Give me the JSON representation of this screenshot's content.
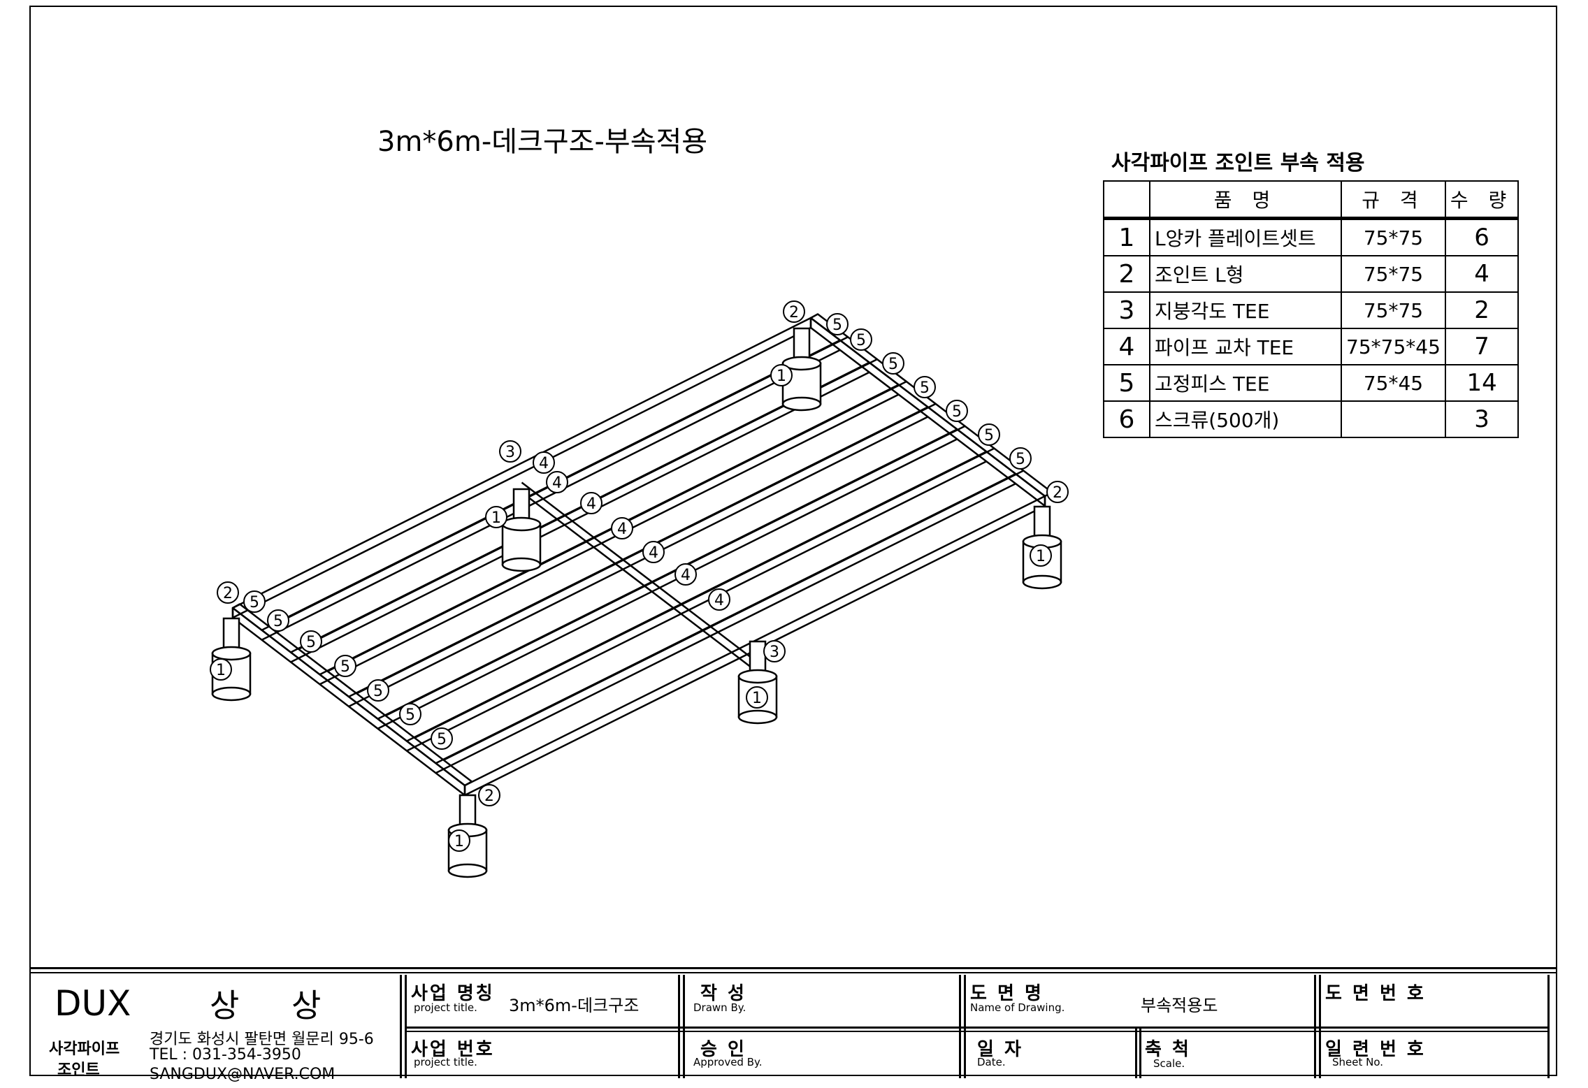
{
  "drawing_title": "3m*6m-데크구조-부속적용",
  "bom": {
    "title": "사각파이프 조인트 부속 적용",
    "headers": {
      "name": "품          명",
      "spec": "규    격",
      "qty": "수   량"
    },
    "rows": [
      {
        "no": "1",
        "name": "L앙카 플레이트셋트",
        "spec": "75*75",
        "qty": "6"
      },
      {
        "no": "2",
        "name": "조인트 L형",
        "spec": "75*75",
        "qty": "4"
      },
      {
        "no": "3",
        "name": "지붕각도 TEE",
        "spec": "75*75",
        "qty": "2"
      },
      {
        "no": "4",
        "name": "파이프 교차 TEE",
        "spec": "75*75*45",
        "qty": "7"
      },
      {
        "no": "5",
        "name": "고정피스 TEE",
        "spec": "75*45",
        "qty": "14"
      },
      {
        "no": "6",
        "name": "스크류(500개)",
        "spec": "",
        "qty": "3"
      }
    ]
  },
  "callouts": {
    "one": "1",
    "two": "2",
    "three": "3",
    "four": "4",
    "five": "5"
  },
  "title_block": {
    "company_en": "DUX",
    "company_kr": "상 상",
    "company_sub1": "사각파이프",
    "company_sub2": "조인트",
    "address": "경기도 화성시 팔탄면 월문리 95-6",
    "tel": "TEL : 031-354-3950",
    "email": "SANGDUX@NAVER.COM",
    "project_name_label": "사업 명칭",
    "project_name_sub": "project title.",
    "project_name_value": "3m*6m-데크구조",
    "project_no_label": "사업 번호",
    "project_no_sub": "project title.",
    "drawn_label": "작   성",
    "drawn_sub": "Drawn By.",
    "approved_label": "승   인",
    "approved_sub": "Approved By.",
    "drawing_name_label": "도 면 명",
    "drawing_name_sub": "Name of Drawing.",
    "drawing_name_value": "부속적용도",
    "date_label": "일 자",
    "date_sub": "Date.",
    "scale_label": "축 척",
    "scale_sub": "Scale.",
    "drawing_no_label": "도 면 번 호",
    "sheet_no_label": "일 련 번 호",
    "sheet_no_sub": "Sheet No."
  }
}
